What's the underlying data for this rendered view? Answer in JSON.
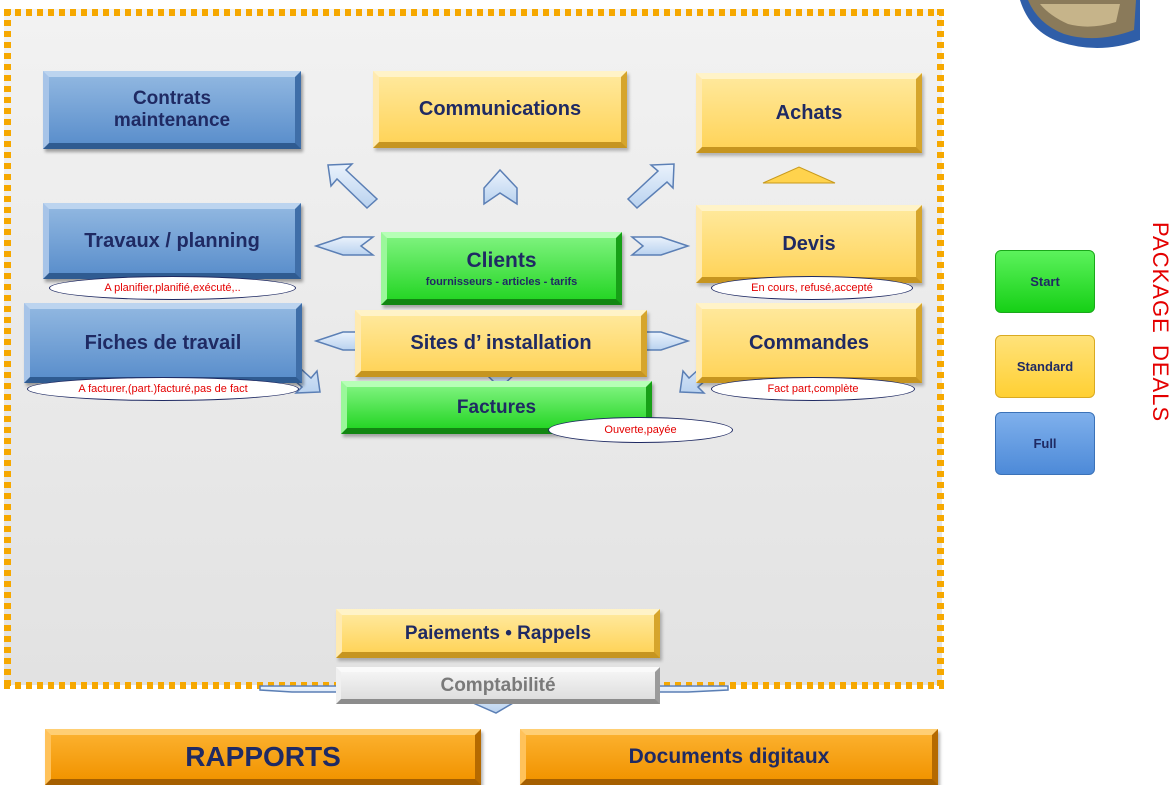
{
  "boxes": {
    "contrats": "Contrats\nmaintenance",
    "communications": "Communications",
    "achats": "Achats",
    "travaux": "Travaux / planning",
    "clients": "Clients",
    "clients_sub": "fournisseurs - articles - tarifs",
    "devis": "Devis",
    "fiches": "Fiches de travail",
    "sites": "Sites d’ installation",
    "commandes": "Commandes",
    "factures": "Factures",
    "paiements": "Paiements • Rappels",
    "comptabilite": "Comptabilité",
    "rapports": "RAPPORTS",
    "documents": "Documents digitaux"
  },
  "status_notes": {
    "travaux": "A planifier,planifié,exécuté,..",
    "devis": "En cours, refusé,accepté",
    "fiches": "A facturer,(part.)facturé,pas de fact",
    "commandes": "Fact part,complète",
    "factures": "Ouverte,payée"
  },
  "legend": [
    {
      "label": "Start",
      "color": "#22dd22"
    },
    {
      "label": "Standard",
      "color": "#ffd84a"
    },
    {
      "label": "Full",
      "color": "#5b95dc"
    }
  ],
  "side_labels": [
    "PACKAGE",
    "DEALS"
  ],
  "colors": {
    "frame_dash": "#f6a800",
    "note_text": "#e40000",
    "box_text": "#1f2a63"
  }
}
